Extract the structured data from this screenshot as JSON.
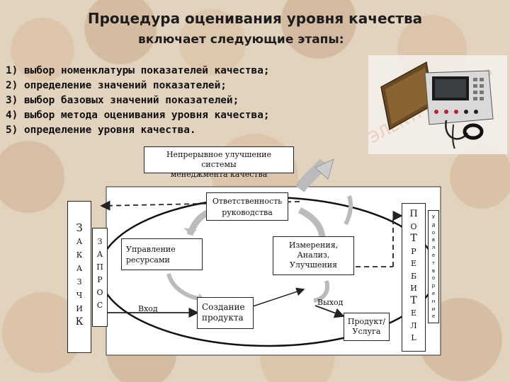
{
  "slide": {
    "title": "Процедура оценивания уровня качества",
    "subtitle": "включает следующие этапы:",
    "stages": [
      "1) выбор номенклатуры показателей качества;",
      "2) определение значений показателей;",
      "3) выбор базовых значений показателей;",
      "4) выбор метода оценивания уровня качества;",
      "5) определение уровня качества."
    ],
    "device_watermark": "ЭЛЕКТРОПРИБОР"
  },
  "diagram": {
    "top_box_line1": "Непрерывное улучшение системы",
    "top_box_line2": "менеджмента качества",
    "responsibility_line1": "Ответственность",
    "responsibility_line2": "руководства",
    "resources_line1": "Управление",
    "resources_line2": "ресурсами",
    "measurement_line1": "Измерения,",
    "measurement_line2": "Анализ,",
    "measurement_line3": "Улучшения",
    "product_creation_line1": "Создание",
    "product_creation_line2": "продукта",
    "input_label": "Вход",
    "output_label": "Выход",
    "product_line1": "Продукт/",
    "product_line2": "Услуга",
    "customer_letters": [
      "З",
      "А",
      "К",
      "А",
      "З",
      "Ч",
      "И",
      "К"
    ],
    "requirements_letters": [
      "З",
      "А",
      "П",
      "Р",
      "О",
      "С"
    ],
    "consumer_letters": [
      "П",
      "О",
      "Т",
      "Р",
      "Е",
      "Б",
      "И",
      "Т",
      "Е",
      "Л",
      "L"
    ],
    "satisfaction_letters": [
      "У",
      "д",
      "о",
      "в",
      "л",
      "е",
      "т",
      "в",
      "о",
      "р",
      "е",
      "н",
      "и",
      "е"
    ]
  }
}
